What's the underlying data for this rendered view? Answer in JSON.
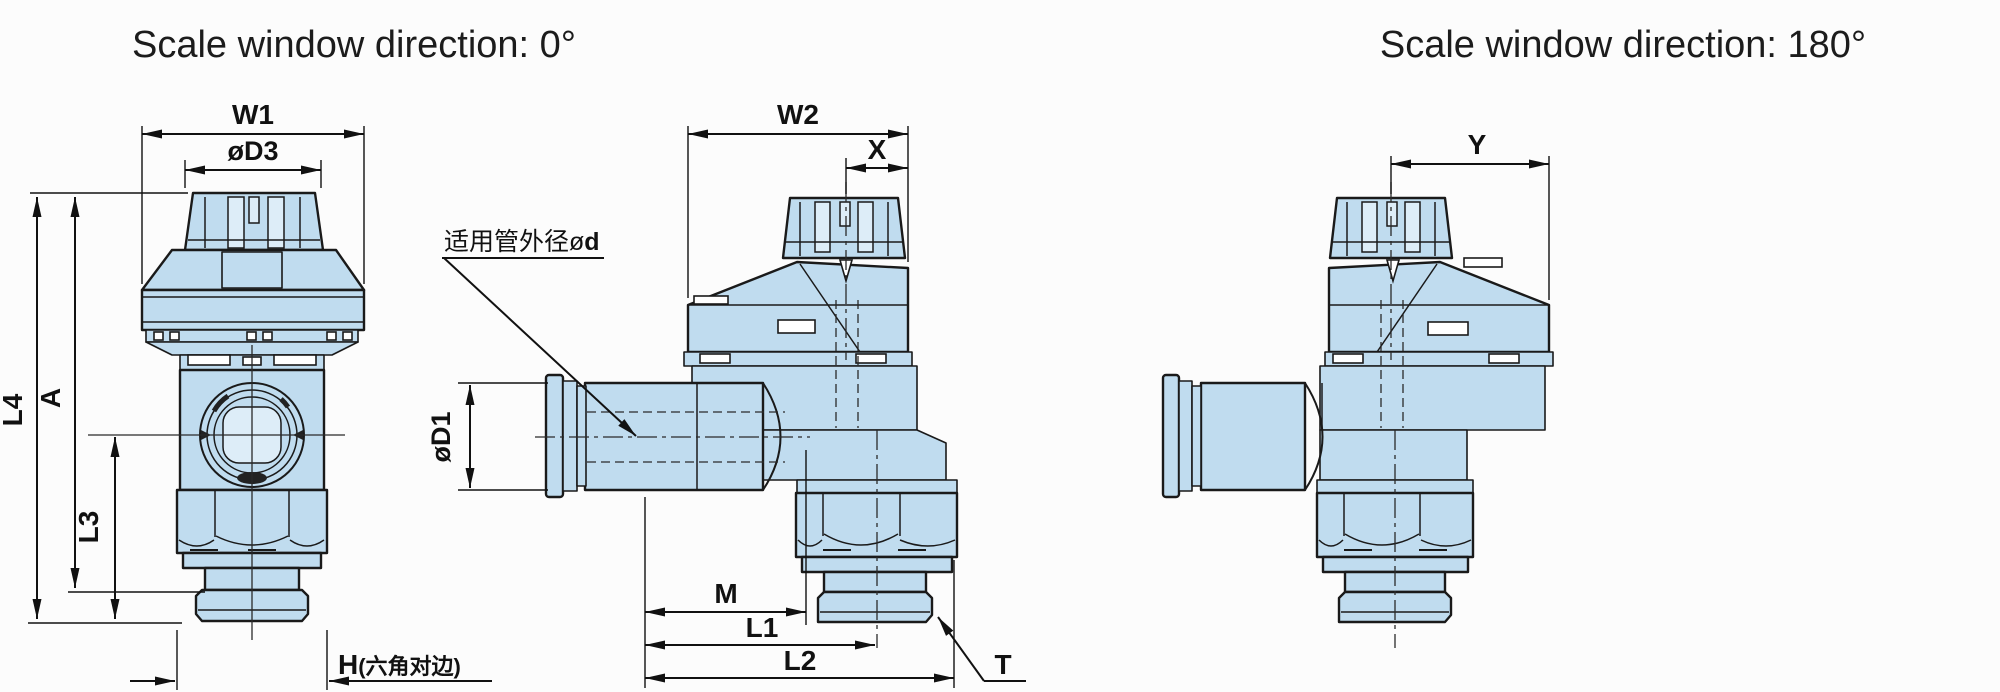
{
  "titles": {
    "dir0": "Scale window direction: 0°",
    "dir180": "Scale window direction: 180°"
  },
  "dimensions": {
    "w1": "W1",
    "d3": "øD3",
    "l4": "L4",
    "a": "A",
    "l3": "L3",
    "h": "H",
    "h_note": "(六角对边)",
    "w2": "W2",
    "x": "X",
    "d1": "øD1",
    "m": "M",
    "l1": "L1",
    "l2": "L2",
    "t": "T",
    "y": "Y"
  },
  "annotations": {
    "tube_prefix": "适用管外径ø",
    "tube_bold": "d"
  },
  "colors": {
    "part_fill": "#c0dcef",
    "part_fill_light": "#ddedf8",
    "outline": "#1a1a1a",
    "dim_line": "#111111",
    "background": "#fcfcfc",
    "window_mark": "#222222"
  }
}
